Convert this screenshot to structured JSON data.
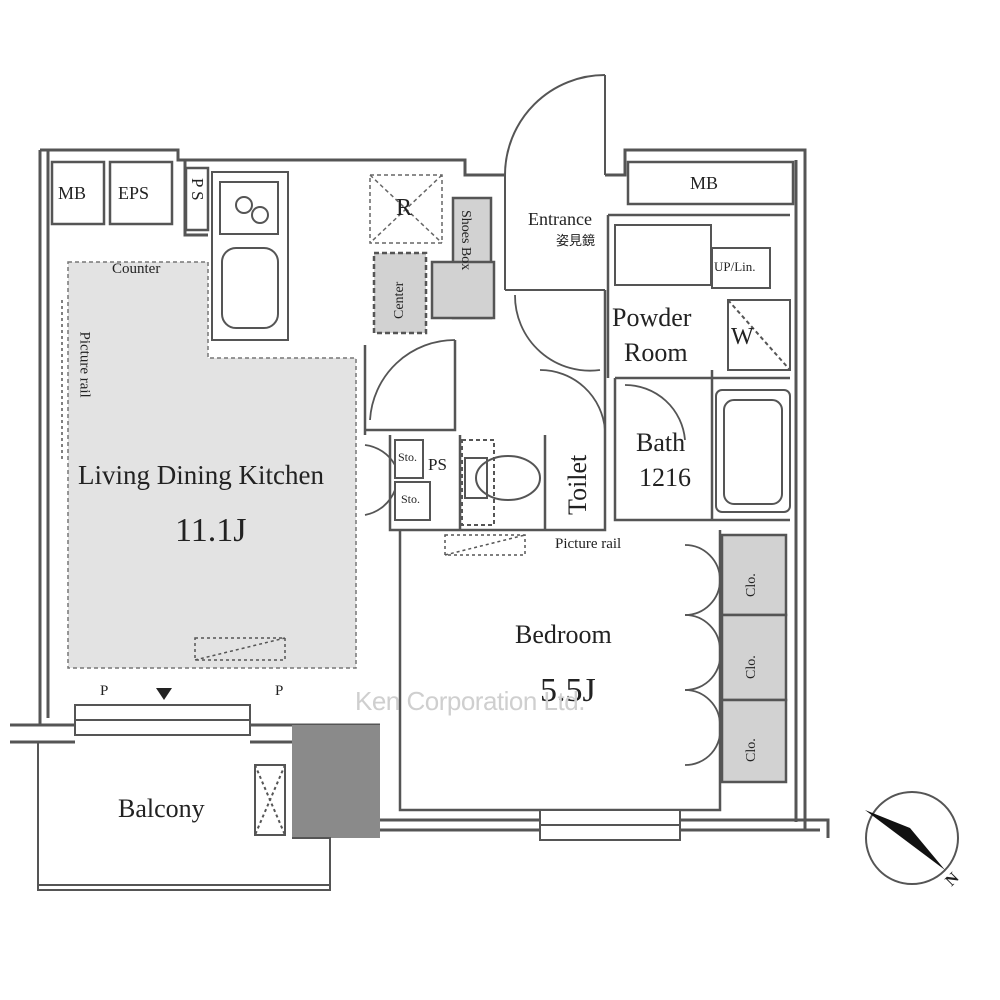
{
  "rooms": {
    "ldk_name": "Living Dining Kitchen",
    "ldk_size": "11.1J",
    "bedroom_name": "Bedroom",
    "bedroom_size": "5.5J",
    "balcony": "Balcony",
    "powder_line1": "Powder",
    "powder_line2": "Room",
    "bath_name": "Bath",
    "bath_size": "1216",
    "toilet": "Toilet",
    "entrance": "Entrance",
    "entrance_sub": "姿見鏡"
  },
  "labels": {
    "mb_left": "MB",
    "eps": "EPS",
    "ps_top": "P S",
    "r": "R",
    "counter": "Counter",
    "picture_rail_left": "Picture rail",
    "picture_rail_mid": "Picture rail",
    "shoes_box": "Shoes Box",
    "center": "Center",
    "mb_right": "MB",
    "up_lin": "UP/Lin.",
    "w": "W",
    "sto1": "Sto.",
    "sto2": "Sto.",
    "ps_mid": "PS",
    "clo1": "Clo.",
    "clo2": "Clo.",
    "clo3": "Clo.",
    "p_left": "P",
    "p_right": "P",
    "compass_n": "N"
  },
  "watermark": "Ken Corporation Ltd.",
  "colors": {
    "wall": "#555555",
    "ldk_fill": "#e3e3e3",
    "storage_fill": "#d2d2d2",
    "concrete": "#8a8a8a"
  }
}
